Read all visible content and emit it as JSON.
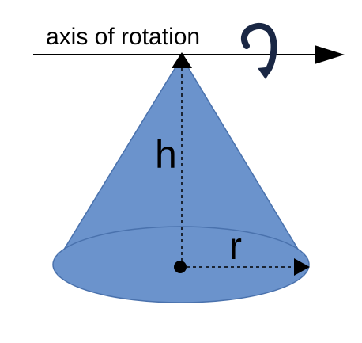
{
  "axis": {
    "label": "axis of rotation",
    "rotation_icon": "curved-arrow-rotation-icon"
  },
  "cone": {
    "height_label": "h",
    "radius_label": "r"
  },
  "colors": {
    "cone_fill": "#6b93cc",
    "cone_stroke": "#4a72ad",
    "line": "#000000",
    "rotation_arrow": "#1a2744"
  }
}
